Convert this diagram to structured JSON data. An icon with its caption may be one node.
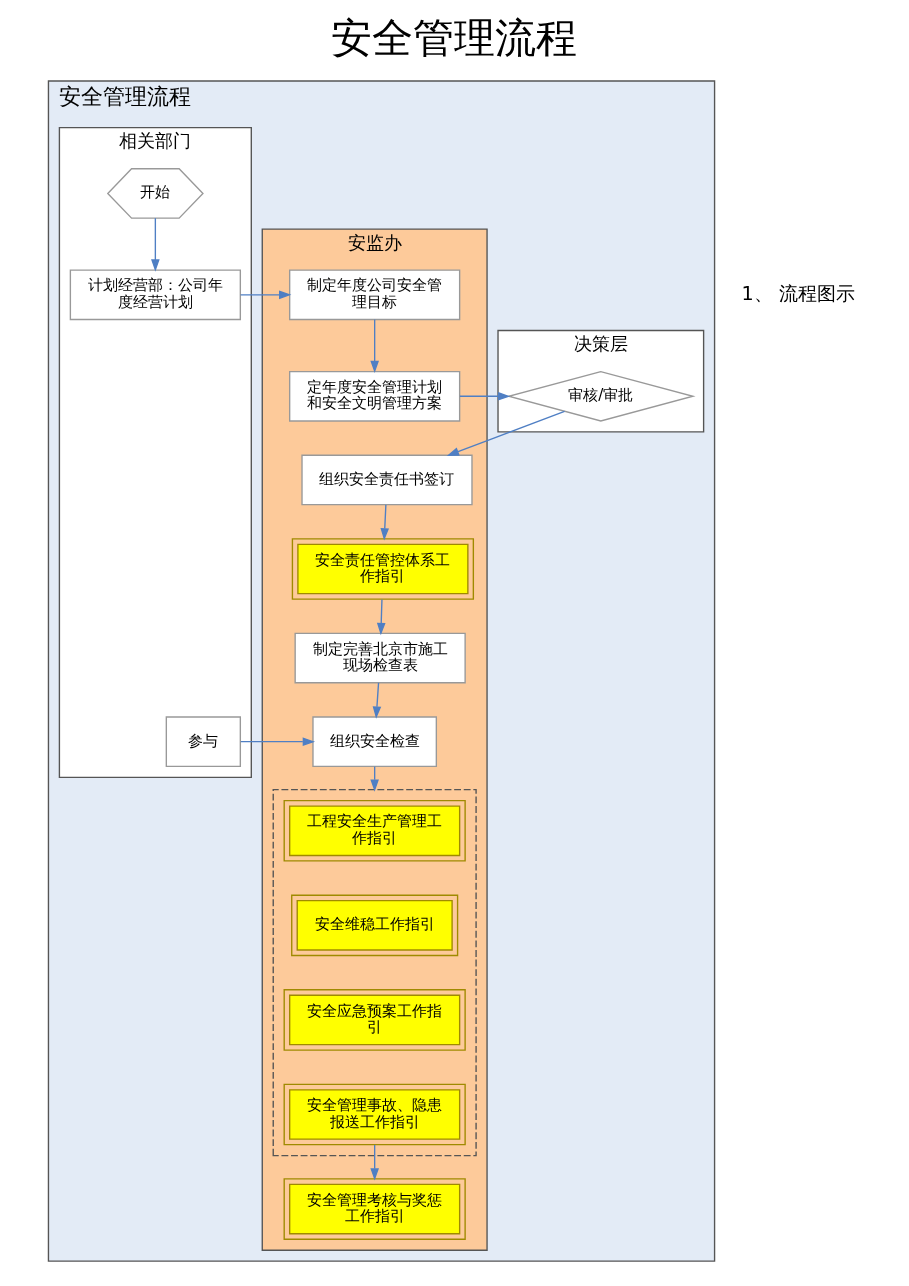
{
  "diagram": {
    "title": "安全管理流程",
    "nodes": [
      {
        "text": [
          "安全管理流程"
        ]
      },
      {
        "text": [
          "决策层"
        ],
        "in": 0
      },
      {
        "text": [
          "安监办"
        ],
        "in": 0
      },
      {
        "text": [
          "相关部门"
        ],
        "in": 0
      },
      {
        "text": [
          "开始"
        ],
        "in": 3
      },
      {
        "text": [
          "计划经营部：公司年度经营计划"
        ],
        "in": 3
      },
      {
        "text": [
          "制定年度公司安全管理目标"
        ],
        "in": 2
      },
      {
        "text": [
          "定年度安全管理计划和安全文明管理方案"
        ],
        "in": 2
      },
      {
        "text": [
          "审核/审批"
        ],
        "in": 1
      },
      {
        "text": [
          "组织安全责任书签订"
        ],
        "in": 2
      },
      {
        "text": [
          "安全责任管控体系工作指引"
        ],
        "in": 2
      },
      {
        "text": [
          "制定完善北京市施工现场检查表"
        ],
        "in": 2
      },
      {
        "text": [
          "组织安全检查"
        ],
        "in": 2
      },
      {
        "text": [
          "参与"
        ],
        "in": 3
      },
      {
        "text": [],
        "shape": "box",
        "in": 2
      },
      {
        "text": [
          "工程安全生产管理工作指引"
        ],
        "in": 14
      },
      {
        "text": [
          "安全维稳工作指引"
        ],
        "in": 14
      },
      {
        "text": [
          "安全应急预案工作指引"
        ],
        "in": 14
      },
      {
        "text": [
          "安全管理事故、隐患报送工作指引"
        ],
        "in": 14
      },
      {
        "text": [
          "安全管理考核与奖惩工作指引"
        ],
        "in": 2
      }
    ],
    "edges": [
      {
        "from": 4,
        "to": 5,
        "arrow": "to"
      },
      {
        "from": 5,
        "to": 6,
        "arrow": "to"
      },
      {
        "from": 6,
        "to": 7,
        "arrow": "to"
      },
      {
        "from": 7,
        "to": 8,
        "arrow": "to"
      },
      {
        "from": 8,
        "to": 9,
        "arrow": "to"
      },
      {
        "from": 9,
        "to": 10,
        "arrow": "to"
      },
      {
        "from": 10,
        "to": 11,
        "arrow": "to"
      },
      {
        "from": 11,
        "to": 12,
        "arrow": "to"
      },
      {
        "from": 13,
        "to": 12,
        "arrow": "to"
      },
      {
        "from": 12,
        "to": 14,
        "arrow": "to"
      },
      {
        "from": 18,
        "to": 19,
        "arrow": "to"
      }
    ],
    "labels": [
      "1、 流程图示"
    ]
  }
}
